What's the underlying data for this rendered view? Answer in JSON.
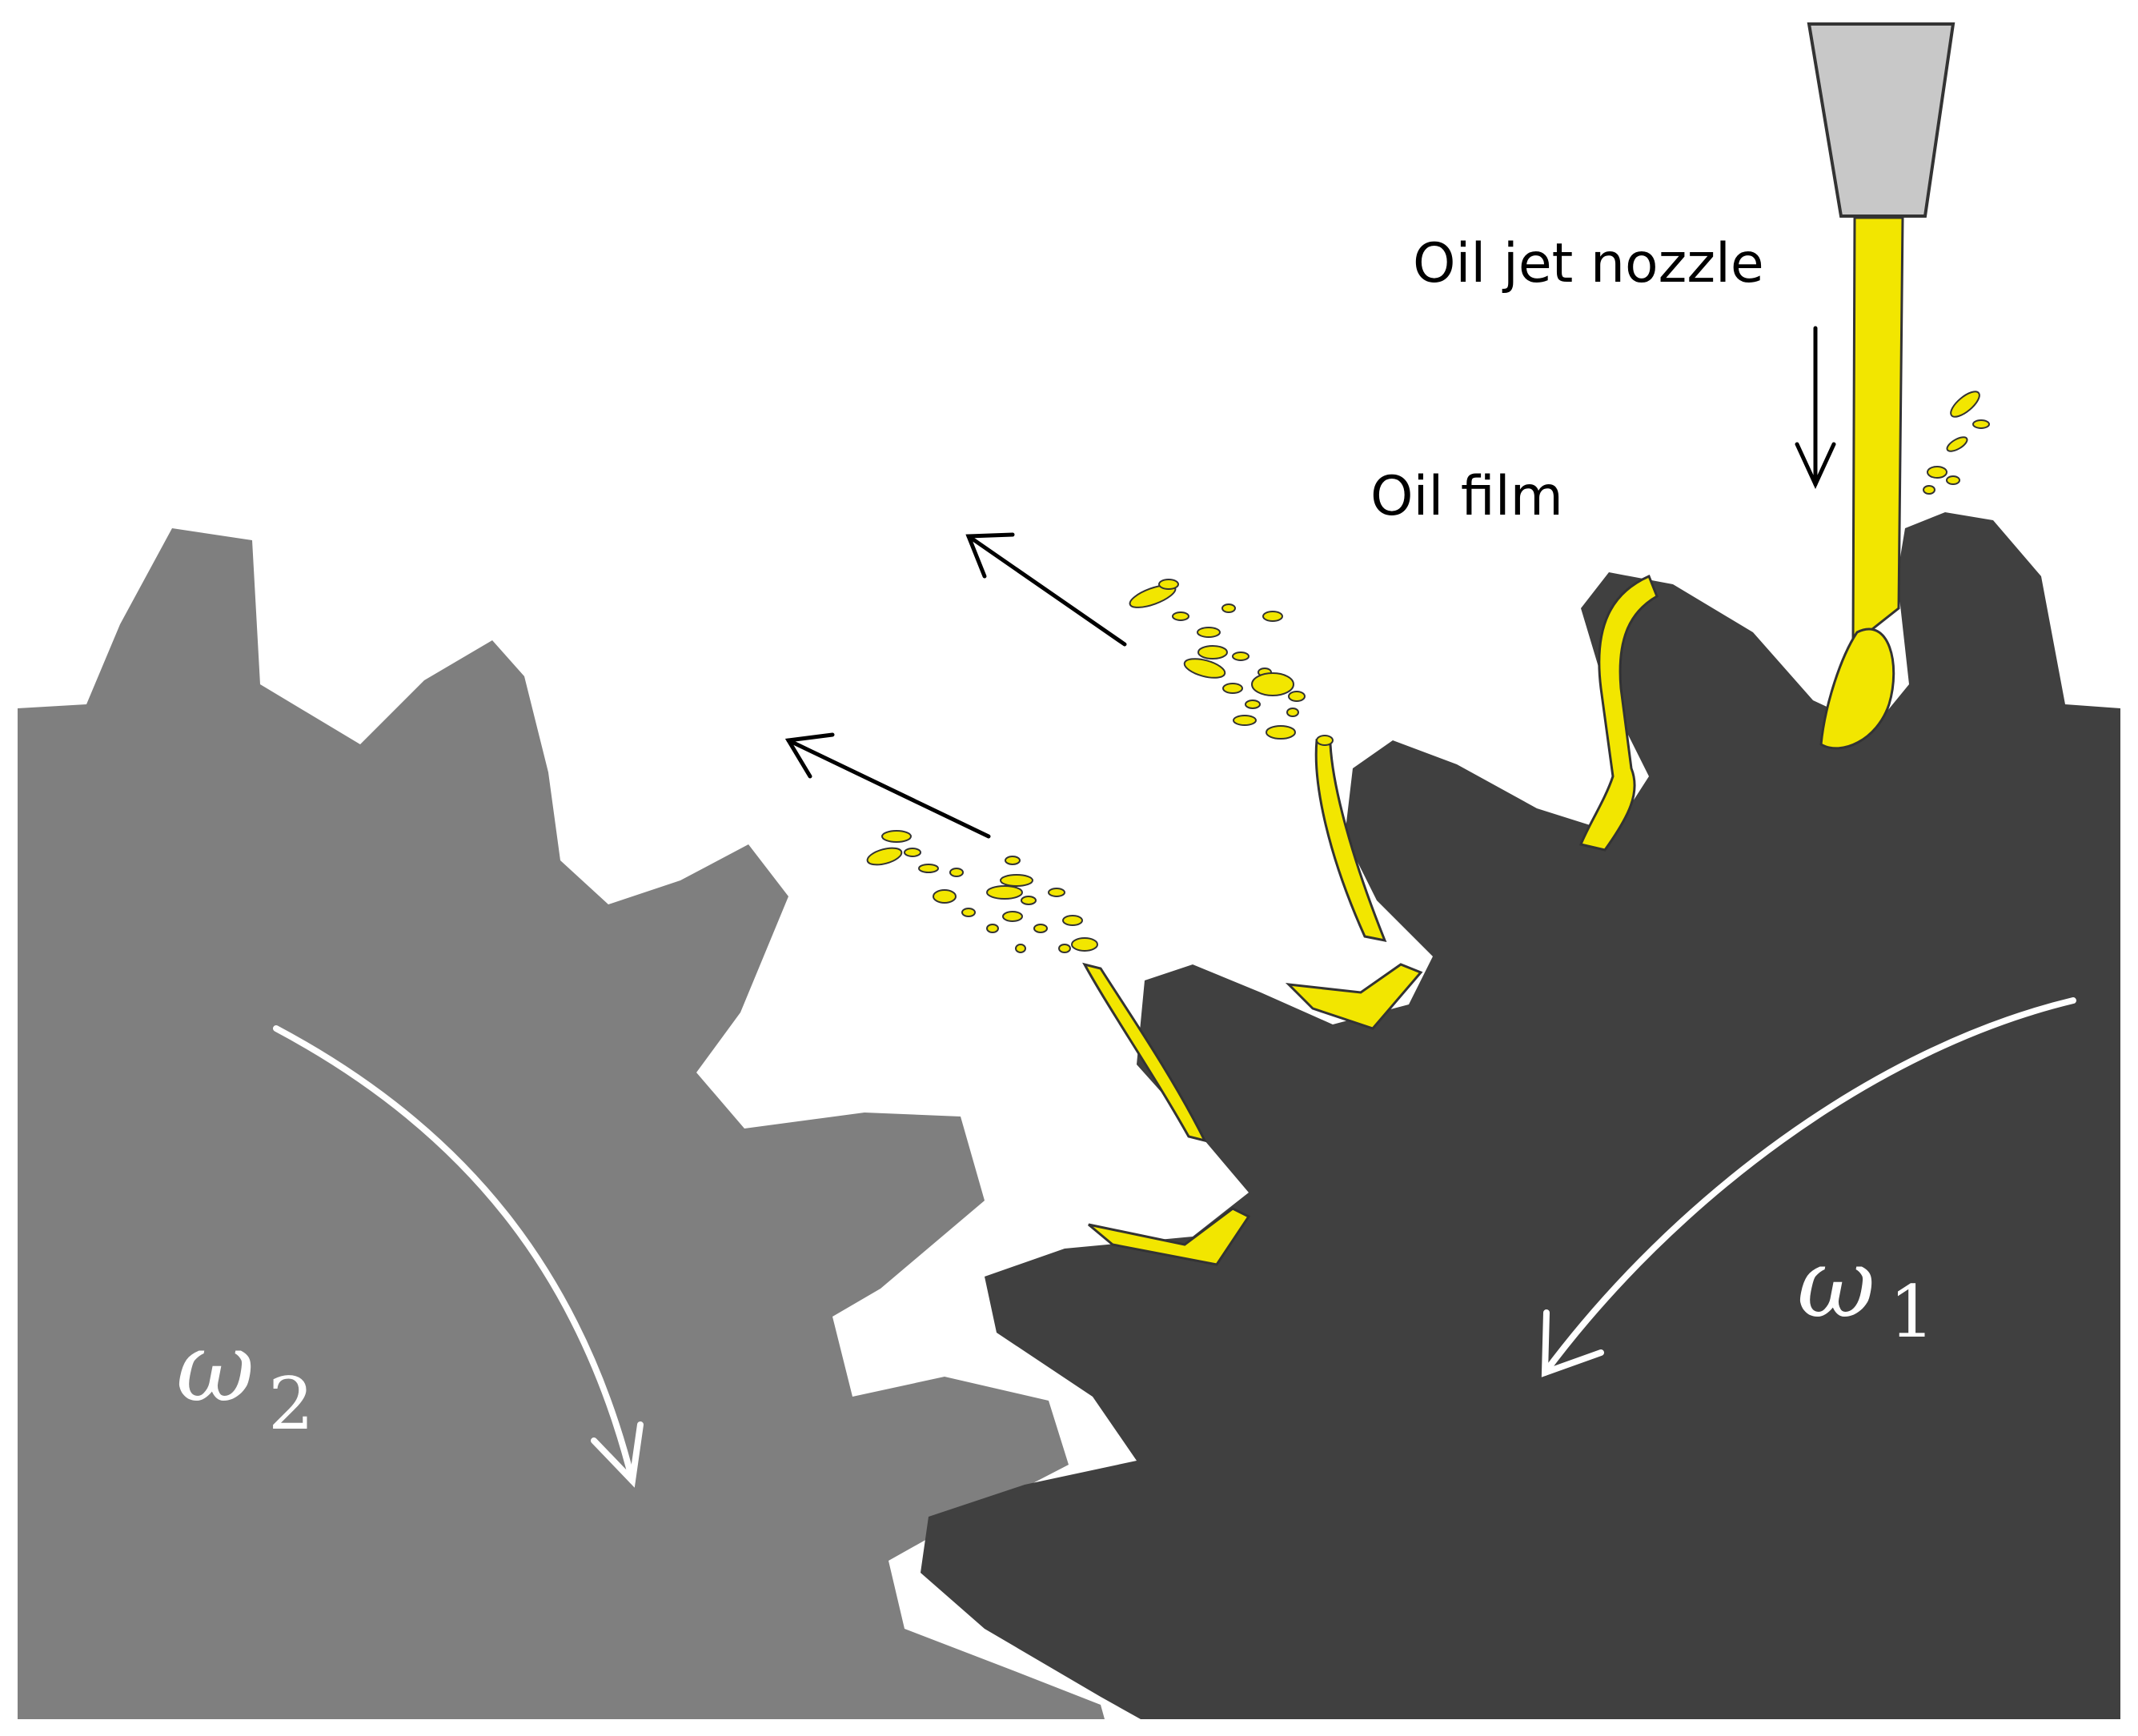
{
  "labels": {
    "nozzle": "Oil jet nozzle",
    "film": "Oil film"
  },
  "gear_right": {
    "symbol": "ω",
    "subscript": "1"
  },
  "gear_left": {
    "symbol": "ω",
    "subscript": "2"
  },
  "colors": {
    "gear_right": "#404040",
    "gear_left": "#7f7f7f",
    "oil": "#f2e600",
    "nozzle": "#c8c8c8",
    "arrow": "#000000",
    "rotation_arrow": "#ffffff"
  }
}
